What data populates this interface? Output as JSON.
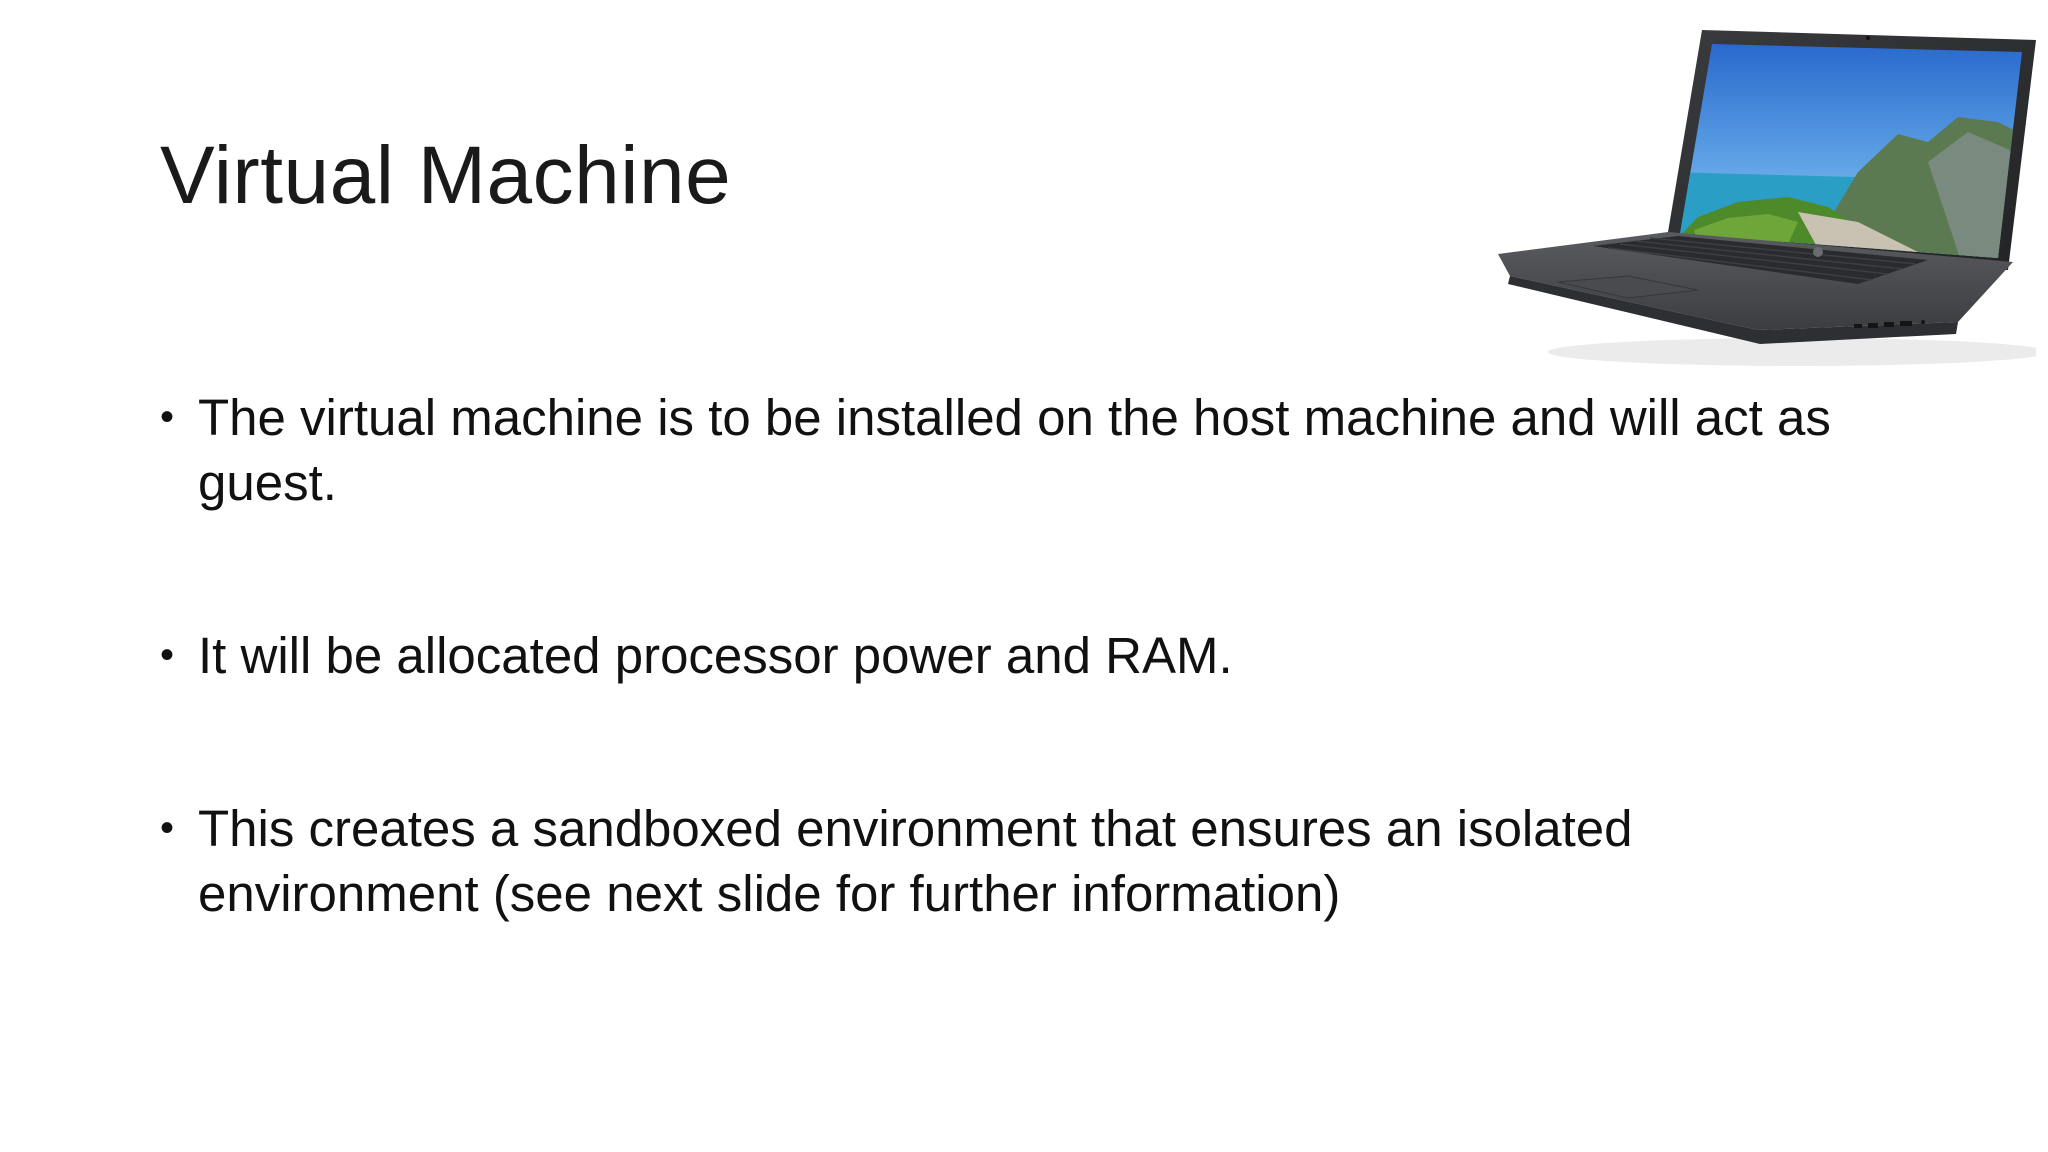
{
  "slide": {
    "title": "Virtual Machine",
    "bullets": [
      {
        "text": "The virtual machine is to be installed on the host machine and will act as guest."
      },
      {
        "text": "It will be allocated processor power and RAM."
      },
      {
        "text": "This creates a sandboxed environment that ensures an isolated environment (see next slide for further information)"
      }
    ],
    "image": {
      "icon": "laptop-image",
      "colors": {
        "body": "#4a4b4e",
        "screen_sky": "#2f6fd0",
        "screen_sea": "#2aa0c8",
        "screen_land": "#4f8a2e"
      }
    }
  }
}
